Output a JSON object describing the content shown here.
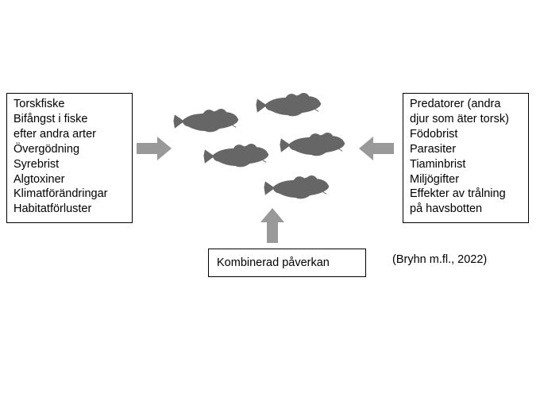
{
  "left_box": {
    "lines": [
      "Torskfiske",
      "Bifångst i fiske",
      "efter andra arter",
      "Övergödning",
      "Syrebrist",
      "Algtoxiner",
      "Klimatförändringar",
      "Habitatförluster"
    ]
  },
  "right_box": {
    "lines": [
      "Predatorer (andra",
      "djur som äter torsk)",
      "Födobrist",
      "Parasiter",
      "Tiaminbrist",
      "Miljögifter",
      "Effekter av trålning",
      "på havsbotten"
    ]
  },
  "bottom_box": {
    "label": "Kombinerad påverkan"
  },
  "citation": "(Bryhn m.fl., 2022)",
  "colors": {
    "fish": "#666666",
    "arrow": "#999999",
    "border": "#000000"
  },
  "icons": [
    "fish-icon",
    "arrow-right-icon",
    "arrow-left-icon",
    "arrow-up-icon"
  ]
}
